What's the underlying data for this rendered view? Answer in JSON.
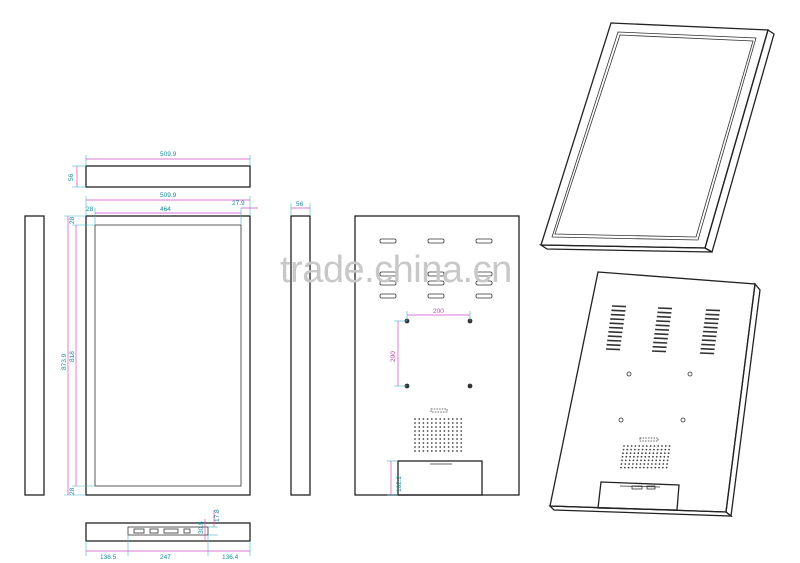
{
  "watermark": "trade.china.cn",
  "dimensions": {
    "top_width": "509.9",
    "top_depth": "56",
    "front_outer_width": "509.9",
    "front_inner_width": "464",
    "front_right_border": "27.9",
    "front_left_border": "28",
    "front_top_border": "28",
    "front_bottom_border": "28",
    "front_outer_height": "873.9",
    "front_inner_height": "818",
    "side_depth": "56",
    "vesa_horizontal": "200",
    "vesa_vertical": "200",
    "back_box_height": "102.2",
    "bottom_left": "136.5",
    "bottom_center": "247",
    "bottom_right": "136.4",
    "bottom_port_height": "17.8",
    "bottom_depth": "30.5"
  }
}
